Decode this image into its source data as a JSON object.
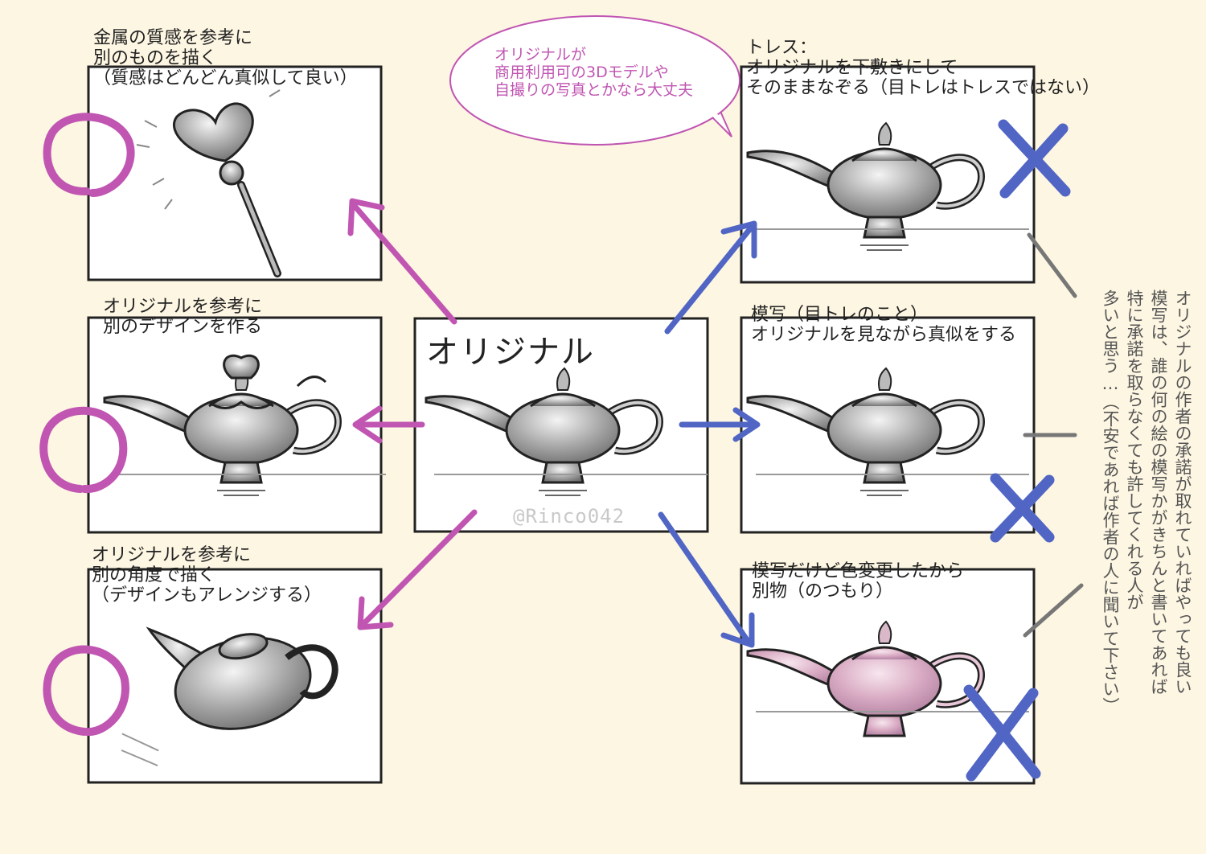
{
  "colors": {
    "background": "#fdf6e2",
    "ok_mark": "#c055b2",
    "ng_mark": "#5166c4",
    "arrow_ok": "#c055b2",
    "arrow_ng": "#5166c4"
  },
  "original": {
    "title": "オリジナル",
    "watermark": "@Rinco042"
  },
  "speech_bubble": {
    "text": "オリジナルが\n商用利用可の3Dモデルや\n自撮りの写真とかなら大丈夫"
  },
  "left_panels": [
    {
      "caption": "金属の質感を参考に\n別のものを描く\n（質感はどんどん真似して良い）",
      "illustration": "heart-wand",
      "verdict": "ok"
    },
    {
      "caption": "オリジナルを参考に\n別のデザインを作る",
      "illustration": "decorated-teapot",
      "verdict": "ok"
    },
    {
      "caption": "オリジナルを参考に\n別の角度で描く\n（デザインもアレンジする）",
      "illustration": "angled-teapot",
      "verdict": "ok"
    }
  ],
  "right_panels": [
    {
      "caption": "トレス：\nオリジナルを下敷きにして\nそのままなぞる（目トレはトレスではない）",
      "illustration": "traced-lamp",
      "verdict": "ng"
    },
    {
      "caption": "模写（目トレのこと）\nオリジナルを見ながら真似をする",
      "illustration": "copied-lamp",
      "verdict": "ng"
    },
    {
      "caption": "模写だけど色変更したから\n別物（のつもり）",
      "illustration": "pink-lamp",
      "verdict": "ng"
    }
  ],
  "side_note": {
    "columns": [
      "オリジナルの作者の承諾が取れていればやっても良い",
      "模写は、誰の何の絵の模写かがきちんと書いてあれば",
      "特に承諾を取らなくても許してくれる人が",
      "多いと思う…（不安であれば作者の人に聞いて下さい）"
    ]
  }
}
